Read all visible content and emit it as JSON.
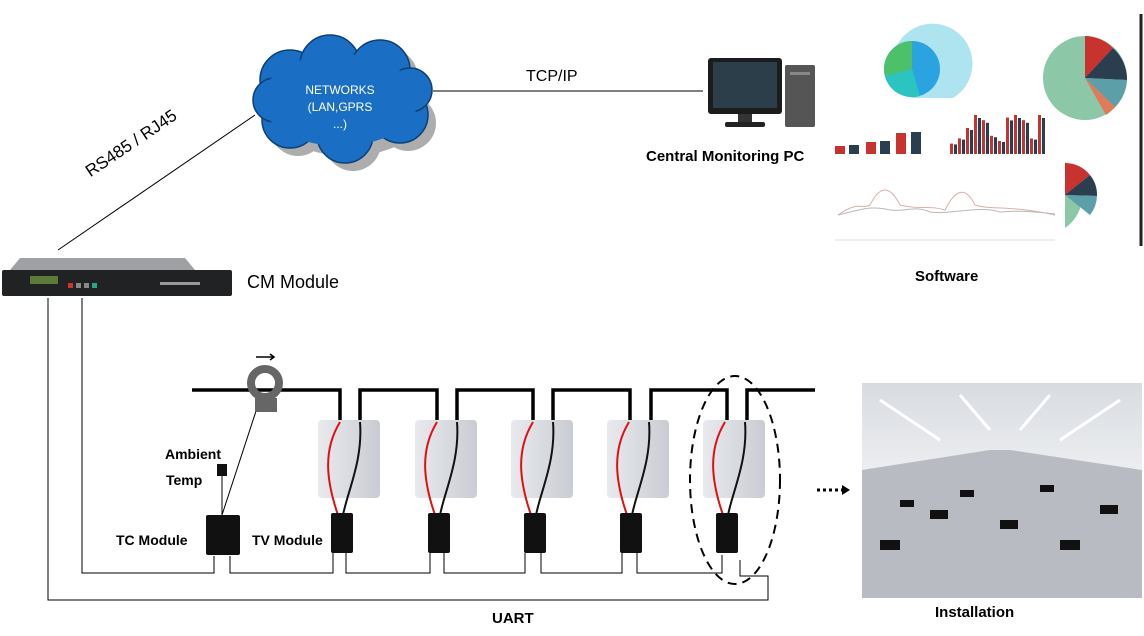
{
  "network": {
    "line1": "NETWORKS",
    "line2": "(LAN,GPRS",
    "line3": "...)"
  },
  "links": {
    "tcpip": "TCP/IP",
    "rs485": "RS485 / RJ45",
    "uart": "UART"
  },
  "labels": {
    "central_pc": "Central Monitoring PC",
    "cm_module": "CM Module",
    "software": "Software",
    "ambient": "Ambient",
    "temp": "Temp",
    "tc_module": "TC Module",
    "tv_module": "TV Module",
    "installation": "Installation"
  },
  "colors": {
    "cloud": "#1a6fc4",
    "positive_wire": "#e01010",
    "negative_wire": "#111111",
    "chart_red": "#c8322f",
    "chart_navy": "#2b3e50",
    "chart_green": "#8cc7a8"
  }
}
